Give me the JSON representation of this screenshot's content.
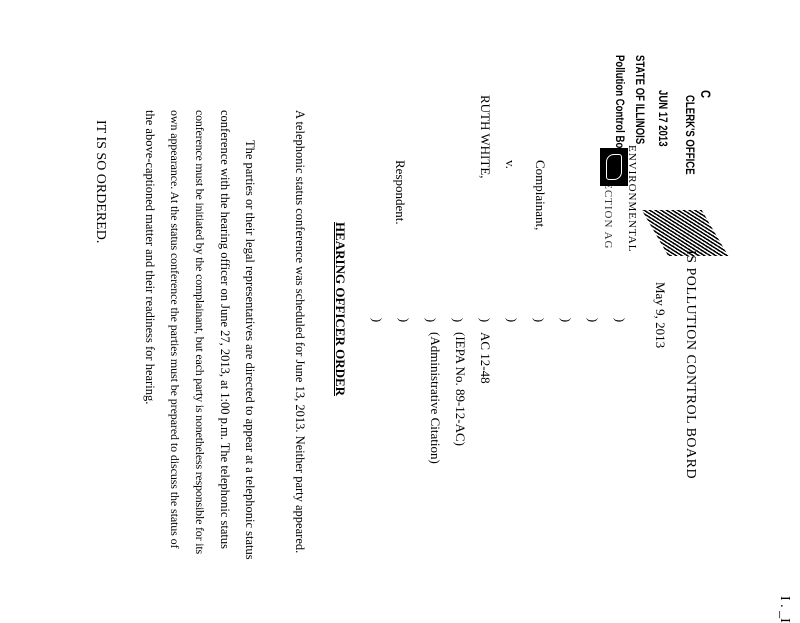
{
  "stamp": {
    "mark": "C",
    "office": "CLERK'S OFFICE",
    "date": "JUN 17 2013",
    "state": "STATE OF ILLINOIS",
    "board": "Pollution Control Board"
  },
  "header": {
    "court": "IS POLLUTION CONTROL BOARD",
    "date": "May 9, 2013"
  },
  "caption": {
    "plaintiff_partial_1": "ENVIRONMENTAL",
    "plaintiff_partial_2": "PROTECTION AG",
    "complainant": "Complainant,",
    "versus": "v.",
    "defendant": "RUTH WHITE,",
    "respondent": "Respondent.",
    "paren": ")",
    "case_no": "AC 12-48",
    "iepa_no": "(IEPA No. 89-12-AC)",
    "type": "(Administrative Citation)"
  },
  "title": "HEARING OFFICER ORDER",
  "paragraph1": "A telephonic status conference was scheduled for June 13, 2013.  Neither party appeared.",
  "paragraph2": [
    "The parties or their legal representatives are directed to appear at a telephonic status",
    "conference with the hearing officer on June 27, 2013, at 1:00 p.m. The telephonic status",
    "conference must be initiated by the complainant, but each party is nonetheless responsible for its",
    "own appearance.  At the status conference the parties must be prepared to discuss the status of",
    "the above-captioned matter and their readiness for hearing."
  ],
  "closing": "IT IS SO ORDERED.",
  "page_mark": "I . _I"
}
